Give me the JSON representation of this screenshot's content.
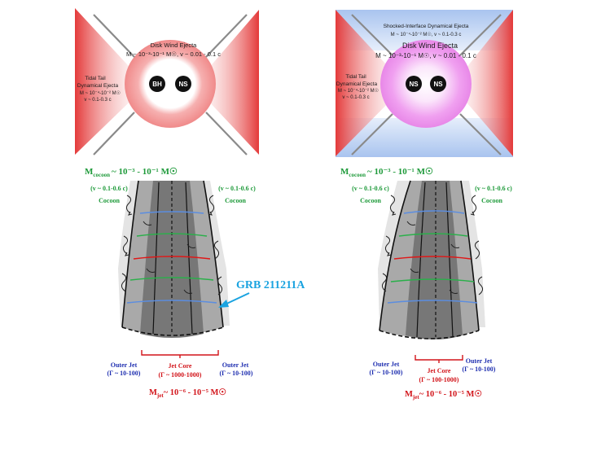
{
  "colors": {
    "disk_red": "#f08a8a",
    "disk_pink": "#f0a0f0",
    "tail_red": "#e43a3a",
    "shocked_blue": "#a9c4ef",
    "label_green": "#1e9a3a",
    "label_blue": "#1f2fb0",
    "label_red": "#d2141a",
    "grb_cyan": "#1aa3e0",
    "shock_blue": "#5b8de0",
    "shock_green": "#2ab04a",
    "shock_red": "#e01818"
  },
  "left": {
    "merger": {
      "disk_wind_title": "Disk Wind Ejecta",
      "disk_wind_params": "M ~ 10⁻³-10⁻¹ M☉, v ~ 0.01 - 0.1 c",
      "tidal_title_1": "Tidal Tail",
      "tidal_title_2": "Dynamical Ejecta",
      "tidal_mass": "M ~ 10⁻⁴-10⁻² M☉",
      "tidal_vel": "v ~ 0.1-0.3 c",
      "object_1": "BH",
      "object_2": "NS"
    },
    "jet": {
      "m_cocoon_label": "M",
      "m_cocoon_sub": "cocoon",
      "m_cocoon_value": "~ 10⁻³ - 10⁻¹ M☉",
      "cocoon_vel_left": "(v ~ 0.1-0.6 c)",
      "cocoon_vel_right": "(v ~ 0.1-0.6 c)",
      "cocoon_left": "Cocoon",
      "cocoon_right": "Cocoon",
      "grb_label": "GRB 211211A",
      "outer_jet_left": "Outer Jet",
      "outer_jet_left_gamma": "(Γ ~ 10-100)",
      "jet_core": "Jet Core",
      "jet_core_gamma": "(Γ ~ 1000-1000)",
      "outer_jet_right": "Outer Jet",
      "outer_jet_right_gamma": "(Γ ~ 10-100)",
      "m_jet_label": "M",
      "m_jet_sub": "jet",
      "m_jet_value": "~ 10⁻⁶ - 10⁻⁵ M☉"
    }
  },
  "right": {
    "merger": {
      "shocked_title": "Shocked-Interface Dynamical Ejecta",
      "shocked_params": "M ~ 10⁻⁴-10⁻² M☉, v ~ 0.1-0.3 c",
      "disk_wind_title": "Disk Wind Ejecta",
      "disk_wind_params": "M ~ 10⁻³-10⁻¹ M☉, v ~ 0.01 - 0.1 c",
      "tidal_title_1": "Tidal Tail",
      "tidal_title_2": "Dynamical Ejecta",
      "tidal_mass": "M ~ 10⁻⁴-10⁻² M☉",
      "tidal_vel": "v ~ 0.1-0.3 c",
      "object_1": "NS",
      "object_2": "NS"
    },
    "jet": {
      "m_cocoon_label": "M",
      "m_cocoon_sub": "cocoon",
      "m_cocoon_value": "~ 10⁻³ - 10⁻¹ M☉",
      "cocoon_vel_left": "(v ~ 0.1-0.6 c)",
      "cocoon_vel_right": "(v ~ 0.1-0.6 c)",
      "cocoon_left": "Cocoon",
      "cocoon_right": "Cocoon",
      "outer_jet_left": "Outer Jet",
      "outer_jet_left_gamma": "(Γ ~ 10-100)",
      "jet_core": "Jet Core",
      "jet_core_gamma": "(Γ ~ 100-1000)",
      "outer_jet_right": "Outer Jet",
      "outer_jet_right_gamma": "(Γ ~ 10-100)",
      "m_jet_label": "M",
      "m_jet_sub": "jet",
      "m_jet_value": "~ 10⁻⁶ - 10⁻⁵ M☉"
    }
  }
}
